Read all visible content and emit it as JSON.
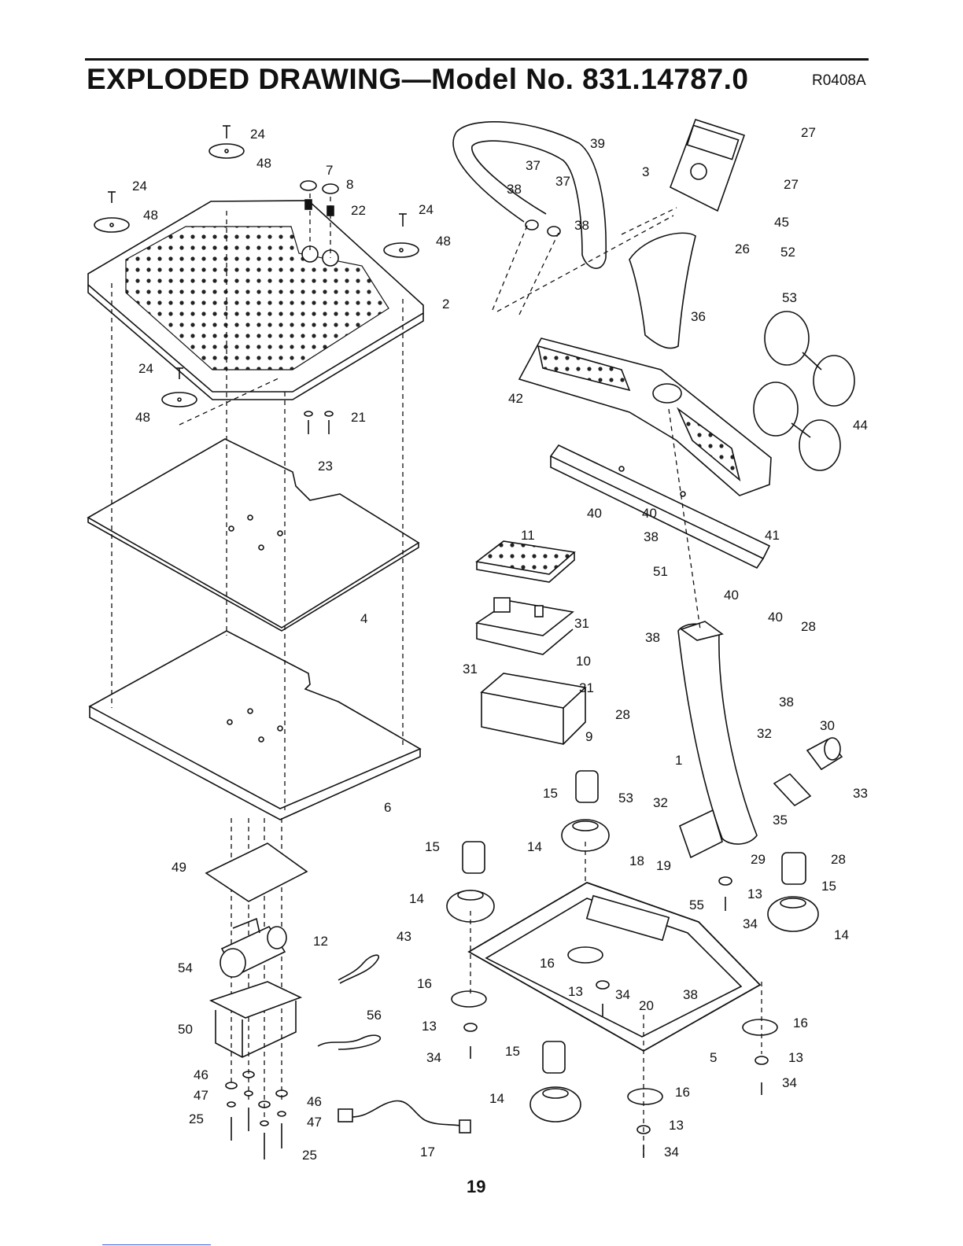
{
  "header": {
    "title": "EXPLODED DRAWING—Model No. 831.14787.0",
    "code": "R0408A"
  },
  "footer": {
    "page_number": "19"
  },
  "colors": {
    "ink": "#111111",
    "paper": "#ffffff",
    "footnote_line": "#3b5bd6"
  },
  "callouts": {
    "c1": "24",
    "c2": "48",
    "c3": "24",
    "c4": "48",
    "c5": "7",
    "c6": "8",
    "c7": "22",
    "c8": "24",
    "c9": "48",
    "c10": "2",
    "c11": "24",
    "c12": "48",
    "c13": "21",
    "c14": "23",
    "c15": "4",
    "c16": "6",
    "c17": "49",
    "c18": "12",
    "c19": "54",
    "c20": "50",
    "c21": "46",
    "c22": "47",
    "c23": "25",
    "c24": "46",
    "c25": "47",
    "c26": "25",
    "c27": "43",
    "c28": "56",
    "c29": "17",
    "c30": "39",
    "c31": "37",
    "c32": "37",
    "c33": "38",
    "c34": "38",
    "c35": "3",
    "c36": "27",
    "c37": "27",
    "c38": "45",
    "c39": "26",
    "c40": "52",
    "c41": "53",
    "c42": "36",
    "c43": "44",
    "c44": "42",
    "c45": "40",
    "c46": "40",
    "c47": "38",
    "c48": "41",
    "c49": "51",
    "c50": "40",
    "c51": "40",
    "c52": "11",
    "c53": "31",
    "c54": "10",
    "c55": "31",
    "c56": "31",
    "c57": "9",
    "c58": "38",
    "c59": "28",
    "c60": "28",
    "c61": "38",
    "c62": "1",
    "c63": "32",
    "c64": "30",
    "c65": "53",
    "c66": "32",
    "c67": "33",
    "c68": "35",
    "c69": "28",
    "c70": "15",
    "c71": "14",
    "c72": "15",
    "c73": "14",
    "c74": "18",
    "c75": "19",
    "c76": "55",
    "c77": "29",
    "c78": "13",
    "c79": "34",
    "c80": "15",
    "c81": "14",
    "c82": "16",
    "c83": "16",
    "c84": "13",
    "c85": "34",
    "c86": "20",
    "c87": "38",
    "c88": "13",
    "c89": "34",
    "c90": "5",
    "c91": "16",
    "c92": "13",
    "c93": "34",
    "c94": "15",
    "c95": "14",
    "c96": "16",
    "c97": "13",
    "c98": "34"
  }
}
